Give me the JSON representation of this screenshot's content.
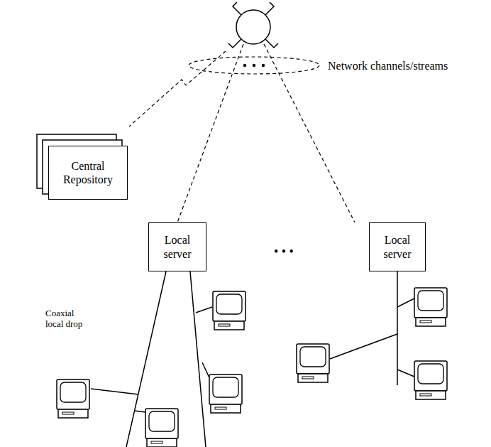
{
  "diagram": {
    "nodes": [
      {
        "text": [
          "Central Repository"
        ]
      },
      {
        "text": [
          "Local server"
        ]
      },
      {
        "text": [
          "Local server"
        ]
      }
    ],
    "labels": [
      "Network channels/streams",
      "Coaxial local drop",
      "• • •"
    ]
  }
}
